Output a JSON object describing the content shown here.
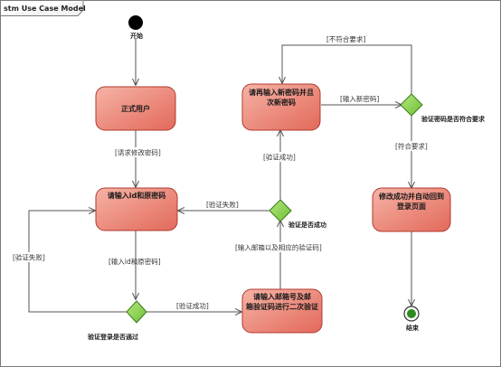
{
  "frame": {
    "title": "stm Use Case Model"
  },
  "colors": {
    "activity_fill": "#ef8a7a",
    "activity_stroke": "#b03a2e",
    "decision_fill": "#8fd14f",
    "decision_stroke": "#3a7a1a"
  },
  "nodes": {
    "start": {
      "label": "开始"
    },
    "register": {
      "label": "正式用户"
    },
    "enter_id_old_pw": {
      "label": "请输入id和原密码"
    },
    "enter_email_code": {
      "label_line1": "请输入邮箱号及邮",
      "label_line2": "箱验证码进行二次验证"
    },
    "enter_new_pw": {
      "label_line1": "请再输入新密码并且",
      "label_line2": "次新密码"
    },
    "success_change": {
      "label_line1": "修改成功并自动回到",
      "label_line2": "登录页面"
    },
    "end": {
      "label": "结束"
    },
    "decision_login": {
      "label": "验证登录是否通过"
    },
    "decision_email": {
      "label": "验证是否成功"
    },
    "decision_pw": {
      "label": "验证密码是否符合要求"
    }
  },
  "edges": {
    "request_change": "[请求修改密码]",
    "input_id_pw": "[输入id和原密码]",
    "verify_fail_left": "[验证失败]",
    "verify_success_bottom": "[验证成功]",
    "input_email_code": "[输入邮箱以及相应的验证码]",
    "verify_fail_mid": "[验证失败]",
    "verify_success_mid": "[验证成功]",
    "input_new_pw": "[输入新密码]",
    "not_meet_req": "[不符合要求]",
    "meet_req": "[符合要求]"
  }
}
